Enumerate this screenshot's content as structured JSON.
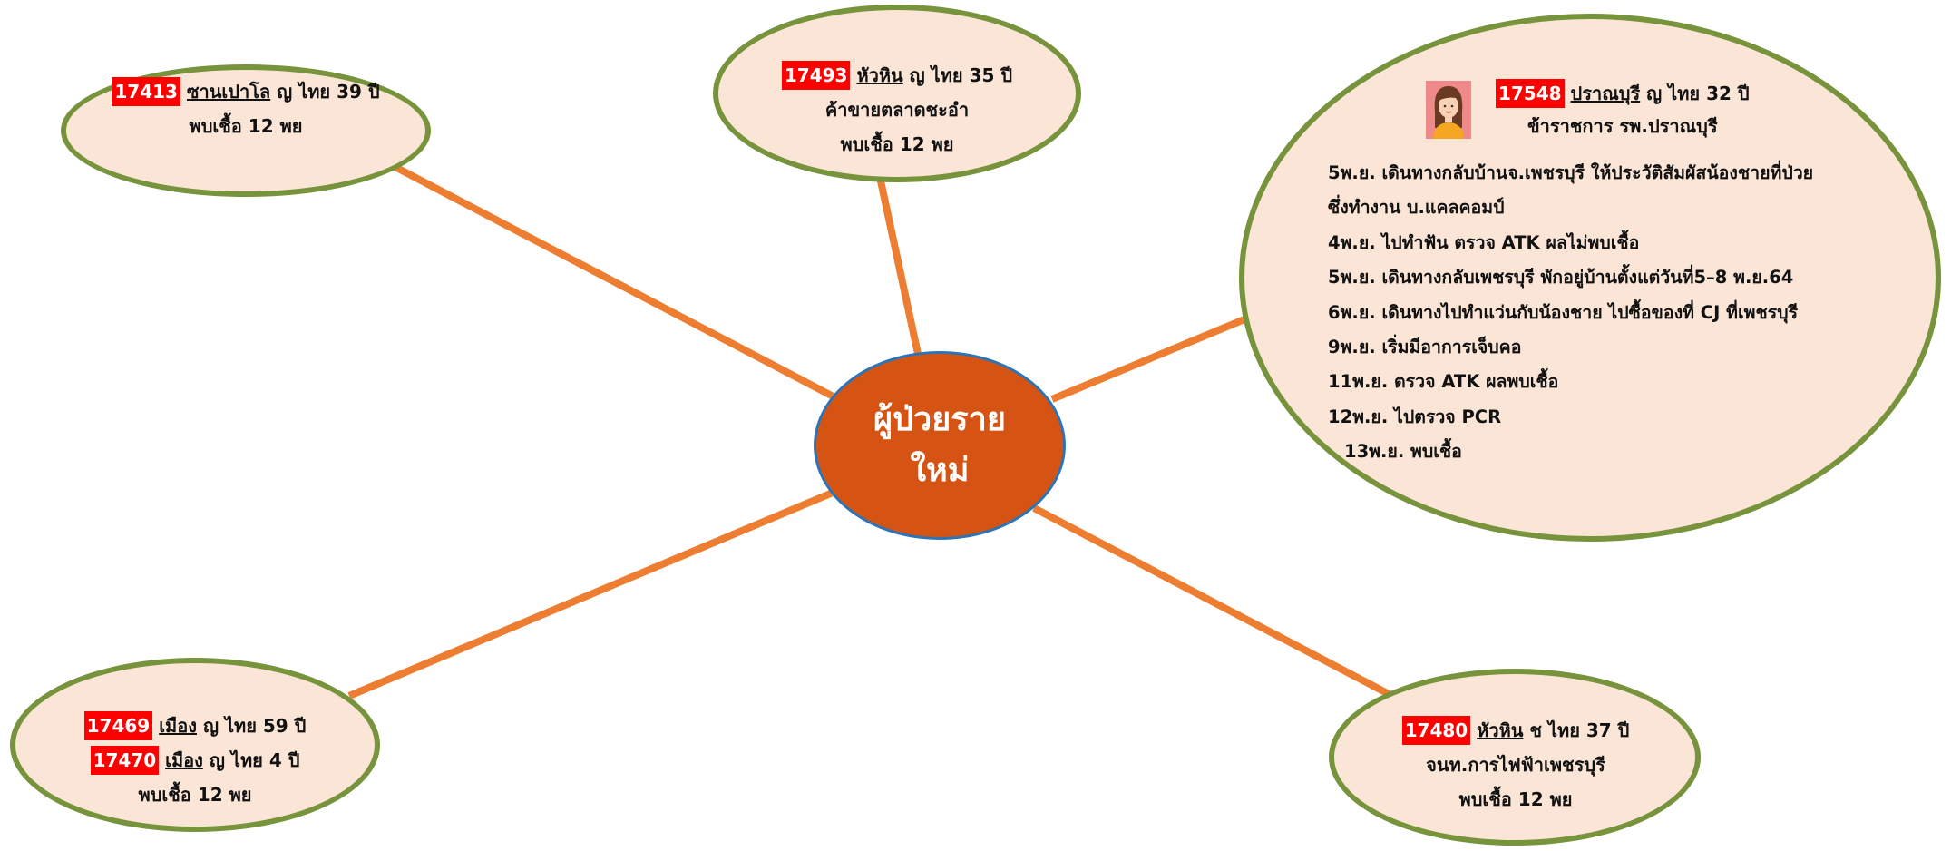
{
  "center": {
    "line1": "ผู้ป่วยราย",
    "line2": "ใหม่"
  },
  "cases": {
    "top_left": {
      "id": "17413",
      "place": "ซานเปาโล",
      "details": " ญ ไทย 39 ปี",
      "found": "พบเชื้อ 12 พย"
    },
    "top_center": {
      "id": "17493",
      "place": "หัวหิน",
      "details": " ญ ไทย 35 ปี",
      "job": "ค้าขายตลาดชะอำ",
      "found": "พบเชื้อ 12 พย"
    },
    "right": {
      "id": "17548",
      "place": "ปราณบุรี",
      "details": " ญ ไทย 32 ปี",
      "job": "ข้าราชการ รพ.ปราณบุรี",
      "timeline": [
        "5พ.ย. เดินทางกลับบ้านจ.เพชรบุรี ให้ประวัติสัมผัสน้องชายที่ป่วย",
        "ซึ่งทำงาน บ.แคลคอมป์",
        "4พ.ย. ไปทำฟัน ตรวจ ATK ผลไม่พบเชื้อ",
        "5พ.ย. เดินทางกลับเพชรบุรี พักอยู่บ้านตั้งแต่วันที่5–8 พ.ย.64",
        "6พ.ย. เดินทางไปทำแว่นกับน้องชาย ไปซื้อของที่ CJ ที่เพชรบุรี",
        "9พ.ย. เริ่มมีอาการเจ็บคอ",
        "11พ.ย. ตรวจ ATK ผลพบเชื้อ",
        "12พ.ย. ไปตรวจ PCR",
        "13พ.ย. พบเชื้อ"
      ]
    },
    "bottom_left": {
      "id1": "17469",
      "place1": "เมือง",
      "details1": " ญ ไทย 59 ปี",
      "id2": "17470",
      "place2": "เมือง",
      "details2": " ญ ไทย 4 ปี",
      "found": "พบเชื้อ 12 พย"
    },
    "bottom_right": {
      "id": "17480",
      "place": "หัวหิน",
      "details": " ช ไทย 37 ปี",
      "job": "จนท.การไฟฟ้าเพชรบุรี",
      "found": "พบเชื้อ 12 พย"
    }
  },
  "colors": {
    "connector": "#ed7d31",
    "bubble_fill": "#fbe5d6",
    "bubble_border": "#77933c",
    "center_fill": "#d55413",
    "id_badge": "#ff0000"
  },
  "icons": {
    "avatar": "woman-avatar-icon"
  }
}
